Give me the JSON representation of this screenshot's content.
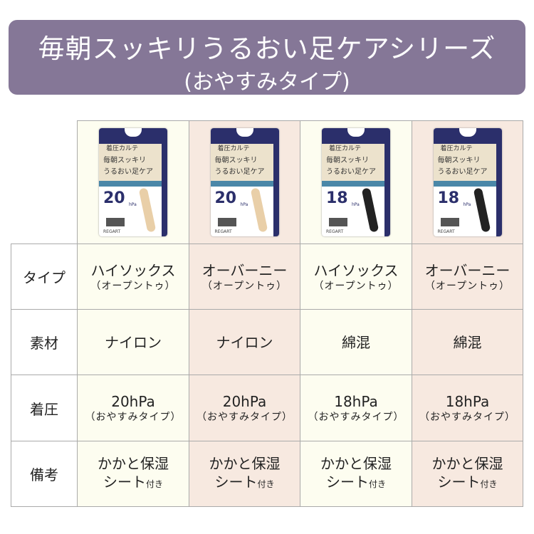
{
  "header": {
    "title": "毎朝スッキリうるおい足ケアシリーズ",
    "subtitle": "(おやすみタイプ)"
  },
  "row_labels": [
    "タイプ",
    "素材",
    "着圧",
    "備考"
  ],
  "products": [
    {
      "pkg": {
        "brand": "着圧カルテ",
        "line1": "毎朝スッキリ",
        "line2": "うるおい足ケア",
        "num": "20",
        "unit": "hPa",
        "logo": "REGART",
        "leg": "#e9cfa8"
      },
      "type": "ハイソックス",
      "type_sub": "（オープントゥ）",
      "material": "ナイロン",
      "pressure": "20hPa",
      "pressure_sub": "（おやすみタイプ）",
      "note1": "かかと保湿",
      "note2": "シート",
      "note_suffix": "付き"
    },
    {
      "pkg": {
        "brand": "着圧カルテ",
        "line1": "毎朝スッキリ",
        "line2": "うるおい足ケア",
        "num": "20",
        "unit": "hPa",
        "logo": "REGART",
        "leg": "#e9cfa8"
      },
      "type": "オーバーニー",
      "type_sub": "（オープントゥ）",
      "material": "ナイロン",
      "pressure": "20hPa",
      "pressure_sub": "（おやすみタイプ）",
      "note1": "かかと保湿",
      "note2": "シート",
      "note_suffix": "付き"
    },
    {
      "pkg": {
        "brand": "着圧カルテ",
        "line1": "毎朝スッキリ",
        "line2": "うるおい足ケア",
        "num": "18",
        "unit": "hPa",
        "logo": "REGART",
        "leg": "#222"
      },
      "type": "ハイソックス",
      "type_sub": "（オープントゥ）",
      "material": "綿混",
      "pressure": "18hPa",
      "pressure_sub": "（おやすみタイプ）",
      "note1": "かかと保湿",
      "note2": "シート",
      "note_suffix": "付き"
    },
    {
      "pkg": {
        "brand": "着圧カルテ",
        "line1": "毎朝スッキリ",
        "line2": "うるおい足ケア",
        "num": "18",
        "unit": "hPa",
        "logo": "REGART",
        "leg": "#222"
      },
      "type": "オーバーニー",
      "type_sub": "（オープントゥ）",
      "material": "綿混",
      "pressure": "18hPa",
      "pressure_sub": "（おやすみタイプ）",
      "note1": "かかと保湿",
      "note2": "シート",
      "note_suffix": "付き"
    }
  ]
}
